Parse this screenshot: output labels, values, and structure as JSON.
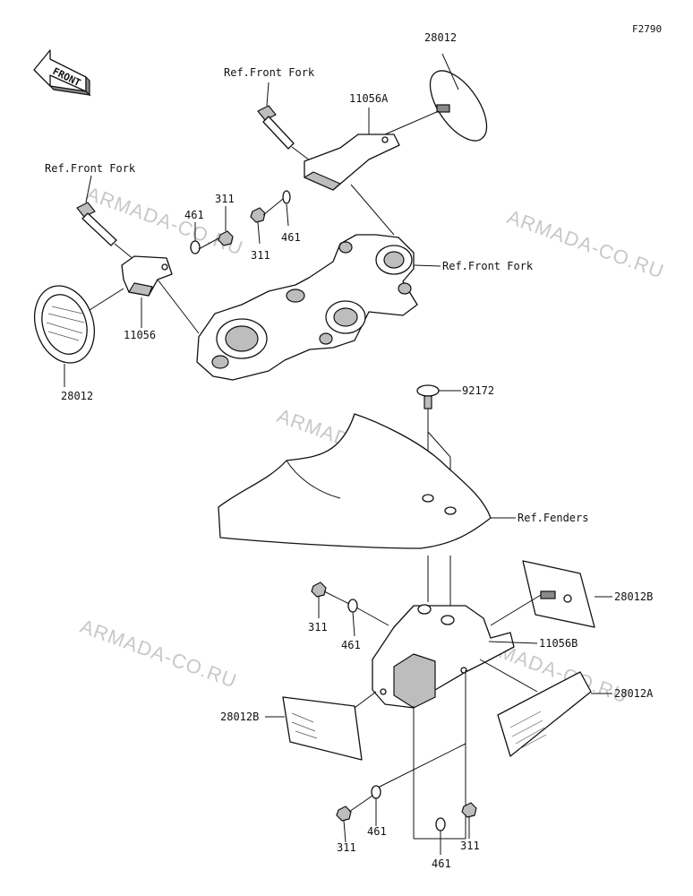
{
  "diagram_code": "F2790",
  "front_label": "FRONT",
  "watermark": "ARMADA-CO.RU",
  "labels": {
    "ref_front_fork_top": "Ref.Front Fork",
    "ref_front_fork_left": "Ref.Front Fork",
    "ref_front_fork_right": "Ref.Front Fork",
    "ref_fenders": "Ref.Fenders",
    "p28012_top": "28012",
    "p28012_left": "28012",
    "p11056A": "11056A",
    "p11056": "11056",
    "p11056B": "11056B",
    "p311_a": "311",
    "p311_b": "311",
    "p461_a": "461",
    "p461_b": "461",
    "p92172": "92172",
    "p28012B_right": "28012B",
    "p28012B_left": "28012B",
    "p28012A": "28012A",
    "p311_c": "311",
    "p461_c": "461",
    "p311_d": "311",
    "p461_d": "461",
    "p311_e": "311",
    "p461_e": "461"
  }
}
